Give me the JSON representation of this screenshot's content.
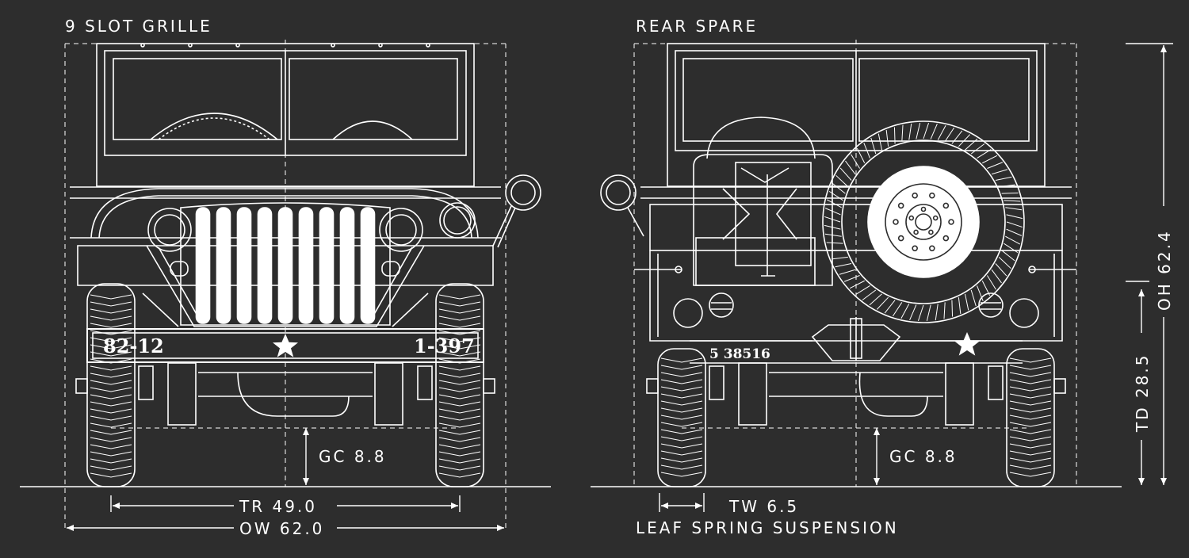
{
  "colors": {
    "background": "#2d2d2d",
    "line": "#ffffff"
  },
  "front_view": {
    "title": "9 SLOT GRILLE",
    "plate_left": "82-12",
    "plate_right": "1-397",
    "ground_clearance": "GC 8.8",
    "track": "TR 49.0",
    "overall_width": "OW 62.0",
    "grille_slots": 9,
    "emblem": "star-icon"
  },
  "rear_view": {
    "title": "REAR SPARE",
    "serial": "5 38516",
    "ground_clearance": "GC 8.8",
    "tire_width": "TW 6.5",
    "suspension": "LEAF SPRING SUSPENSION",
    "emblem": "star-icon"
  },
  "side_dims": {
    "tread_height": "TD 28.5",
    "overall_height": "OH 62.4"
  }
}
